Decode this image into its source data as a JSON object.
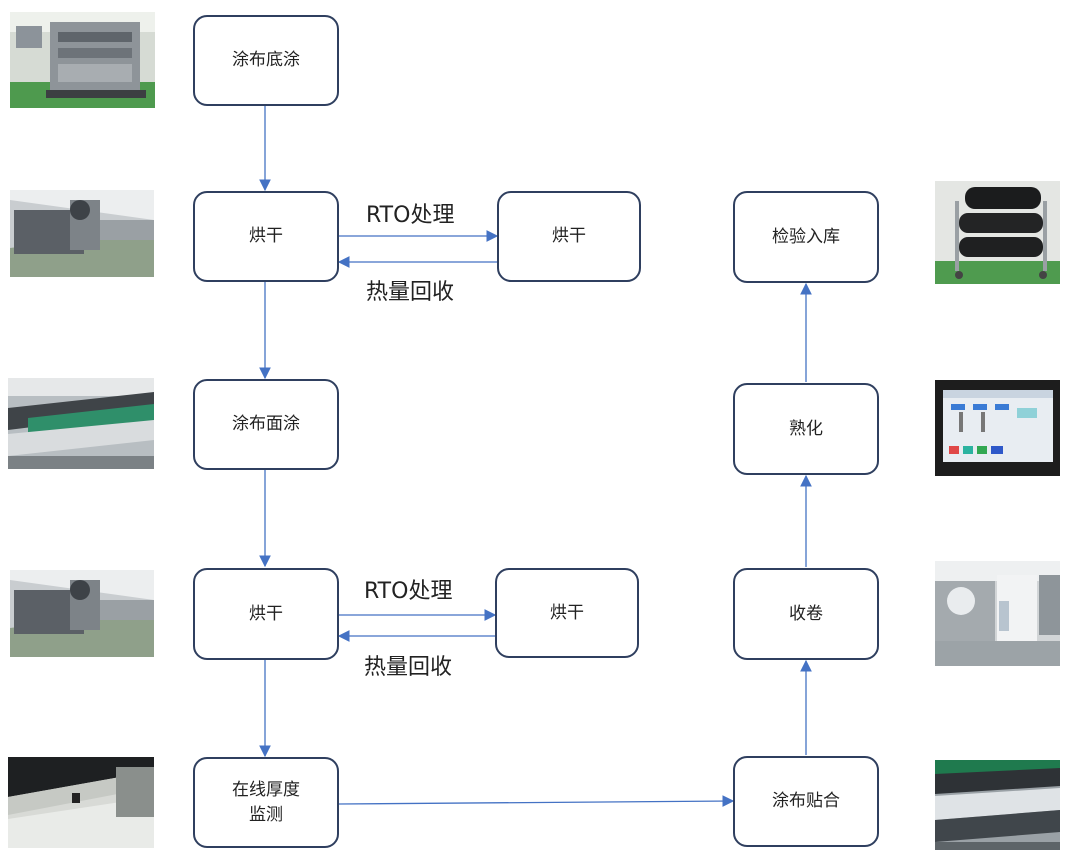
{
  "diagram": {
    "nodes": {
      "coat_base": "涂布底涂",
      "dry1": "烘干",
      "rto_dry1": "烘干",
      "coat_top": "涂布面涂",
      "dry2": "烘干",
      "rto_dry2": "烘干",
      "thickness": "在线厚度\n监测",
      "laminate": "涂布贴合",
      "winding": "收卷",
      "curing": "熟化",
      "inspect": "检验入库"
    },
    "edge_labels": {
      "rto1": "RTO处理",
      "heat1": "热量回收",
      "rto2": "RTO处理",
      "heat2": "热量回收"
    },
    "colors": {
      "box_border": "#2f3f5f",
      "arrow": "#4472c4",
      "text": "#222222"
    }
  },
  "photos": [
    {
      "id": "photo-coating-machine",
      "icon": "coating-machine-photo"
    },
    {
      "id": "photo-drying-line-1",
      "icon": "drying-line-photo"
    },
    {
      "id": "photo-top-coating",
      "icon": "coating-rollers-photo"
    },
    {
      "id": "photo-drying-line-2",
      "icon": "drying-line-photo"
    },
    {
      "id": "photo-thickness-gauge",
      "icon": "thickness-gauge-photo"
    },
    {
      "id": "photo-film-rolls-cart",
      "icon": "film-rolls-cart-photo"
    },
    {
      "id": "photo-control-panel",
      "icon": "control-panel-photo"
    },
    {
      "id": "photo-winding-machine",
      "icon": "winding-machine-photo"
    },
    {
      "id": "photo-laminating-rollers",
      "icon": "laminating-rollers-photo"
    }
  ]
}
